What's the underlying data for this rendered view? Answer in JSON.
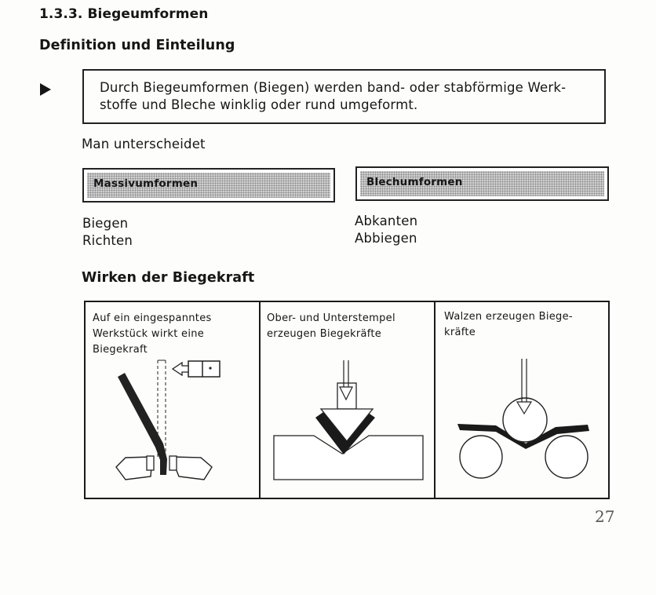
{
  "section": {
    "number_title": "1.3.3. Biegeumformen",
    "subheading": "Definition und Einteilung"
  },
  "definition": {
    "line1": "Durch Biegeumformen (Biegen) werden band- oder stabförmige Werk-",
    "line2": "stoffe und Bleche winklig oder rund umgeformt."
  },
  "intro": "Man unterscheidet",
  "categories": [
    {
      "label": "Massivumformen",
      "items": [
        "Biegen",
        "Richten"
      ]
    },
    {
      "label": "Blechumformen",
      "items": [
        "Abkanten",
        "Abbiegen"
      ]
    }
  ],
  "forces": {
    "heading": "Wirken der Biegekraft",
    "panels": [
      {
        "lines": [
          "Auf ein eingespanntes",
          "Werkstück wirkt eine",
          "Biegekraft"
        ]
      },
      {
        "lines": [
          "Ober- und Unterstempel",
          "erzeugen Biegekräfte"
        ]
      },
      {
        "lines": [
          "Walzen erzeugen Biege-",
          "kräfte"
        ]
      }
    ]
  },
  "page_number": "27",
  "icons": {
    "marker": "play-triangle-icon"
  },
  "colors": {
    "ink": "#161616",
    "category_fill": "#cfcfcf",
    "page_bg": "#fdfdfb"
  }
}
